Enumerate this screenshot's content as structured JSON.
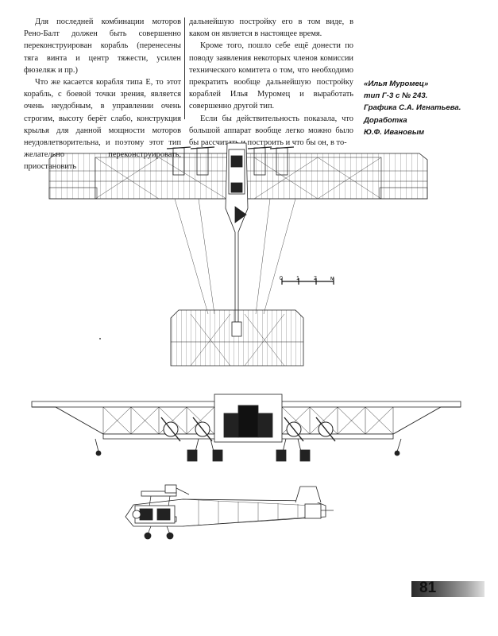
{
  "column1": {
    "p1": "Для последней комбинации моторов Рено-Балт должен быть совершенно переконструирован корабль (перенесены тяга винта и центр тяжести, усилен фюзеляж и пр.)",
    "p2": "Что же касается корабля типа Е, то этот корабль, с боевой точки зрения, является очень неудобным, в управлении очень строгим, высоту берёт слабо, конструкция крылья для данной мощности моторов неудовлетворительна, и поэтому этот тип желательно переконструировать, приостановить"
  },
  "column2": {
    "p1": "дальнейшую постройку его в том виде, в каком он является в настоящее время.",
    "p2": "Кроме того, пошло себе ещё донести по поводу заявления некоторых членов комиссии технического комитета о том, что необходимо прекратить вообще дальнейшую постройку кораблей Илья Муромец и выработать совершенно другой тип.",
    "p3": "Если бы действительность показала, что большой аппарат вообще легко можно было бы рассчитать и построить и что бы он, в то-"
  },
  "caption": {
    "line1": "«Илья Муромец»",
    "line2": "тип Г-3 с № 243.",
    "line3": "Графика С.А. Игнатьева.",
    "line4": "Доработка",
    "line5": "Ю.Ф. Ивановым"
  },
  "scale": {
    "t0": "0",
    "t1": "1",
    "t2": "2",
    "t3": "м"
  },
  "page_number": "81"
}
